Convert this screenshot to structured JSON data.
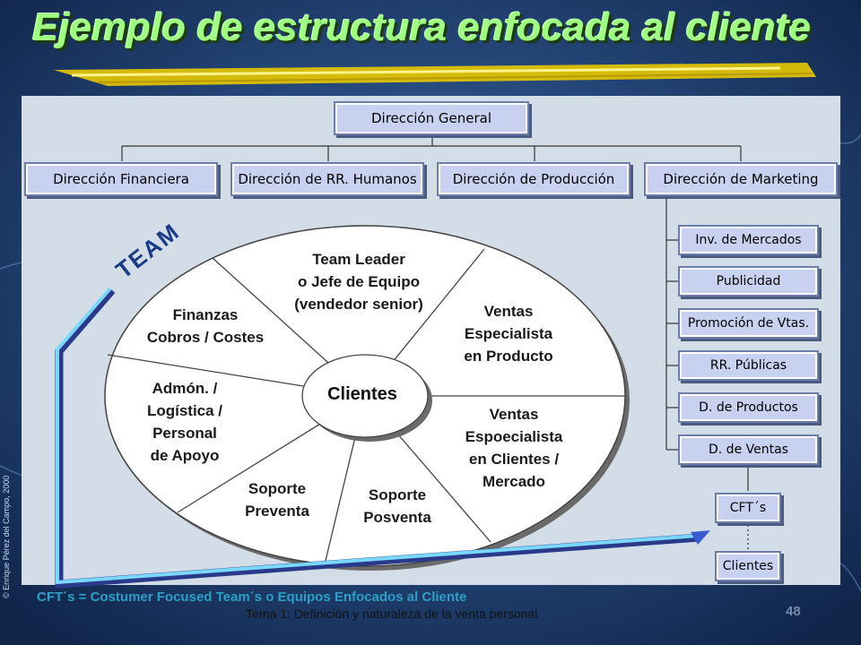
{
  "title": "Ejemplo de estructura enfocada al cliente",
  "org": {
    "top": "Dirección General",
    "departments": [
      "Dirección Financiera",
      "Dirección de RR. Humanos",
      "Dirección de Producción",
      "Dirección de Marketing"
    ],
    "marketing_sub": [
      "Inv. de Mercados",
      "Publicidad",
      "Promoción de Vtas.",
      "RR. Públicas",
      "D. de Productos",
      "D. de Ventas"
    ],
    "cft": "CFT´s",
    "clients_box": "Clientes"
  },
  "team": {
    "label": "TEAM",
    "center": "Clientes",
    "segments": [
      [
        "Team Leader",
        "o Jefe de Equipo",
        "(vendedor senior)"
      ],
      [
        "Ventas",
        "Especialista",
        "en Producto"
      ],
      [
        "Ventas",
        "Espoecialista",
        "en Clientes /",
        "Mercado"
      ],
      [
        "Soporte",
        "Posventa"
      ],
      [
        "Soporte",
        "Preventa"
      ],
      [
        "Admón. /",
        "Logística /",
        "Personal",
        "de Apoyo"
      ],
      [
        "Finanzas",
        "Cobros / Costes"
      ]
    ]
  },
  "footer": {
    "definition": "CFT´s = Costumer Focused Team´s  o Equipos Enfocados al Cliente",
    "course": "Tema 1: Definición y naturaleza de la venta personal",
    "page": "48",
    "copyright": "© Enrique Pérez del Campo, 2000"
  },
  "colors": {
    "background": "#1d3a66",
    "title": "#9fff80",
    "accent_stroke": "#e8c800",
    "panel": "#d2dde8",
    "box_fill": "#c8d2f0",
    "ellipse_fill": "#ffffff",
    "team_text": "#1a3a8a",
    "arrow": "#3a5acf"
  }
}
